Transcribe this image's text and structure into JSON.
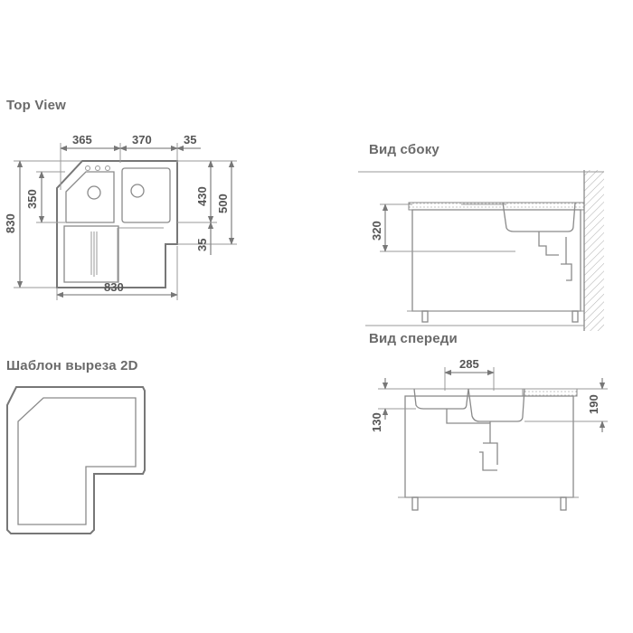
{
  "headings": {
    "top_view": "Top View",
    "side_view": "Вид сбоку",
    "front_view": "Вид спереди",
    "cutout_template": "Шаблон выреза 2D"
  },
  "dimensions": {
    "top_width_left": "365",
    "top_width_right": "370",
    "top_width_edge": "35",
    "top_depth_total": "830",
    "top_bowl_depth": "350",
    "top_right_depth_inner": "430",
    "top_right_depth_outer": "500",
    "top_right_offset": "35",
    "top_width_total": "830",
    "side_height": "320",
    "front_width": "285",
    "front_height_left": "130",
    "front_height_right": "190"
  }
}
